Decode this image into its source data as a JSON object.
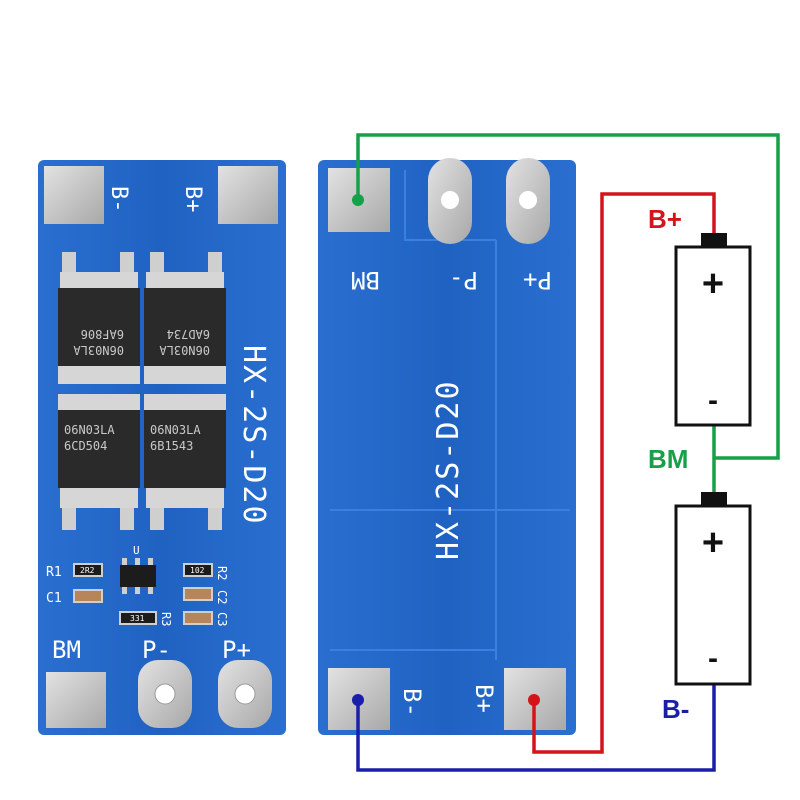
{
  "left_board": {
    "pad_labels": {
      "b_minus": "B-",
      "b_plus": "B+",
      "bm": "BM",
      "p_minus": "P-",
      "p_plus": "P+"
    },
    "model": "HX-2S-D20",
    "mosfets": [
      {
        "line1": "06N03LA",
        "line2": "6AF806"
      },
      {
        "line1": "06N03LA",
        "line2": "6AD734"
      },
      {
        "line1": "06N03LA",
        "line2": "6CD504"
      },
      {
        "line1": "06N03LA",
        "line2": "6B1543"
      }
    ],
    "components": {
      "r1": "R1",
      "c1": "C1",
      "r2": "R2",
      "c2": "C2",
      "c3": "C3",
      "r3": "R3",
      "u": "U",
      "r1_code": "2R2",
      "r2_code": "102",
      "r3_code": "331"
    }
  },
  "right_board": {
    "pad_labels": {
      "bm": "BM",
      "p_minus": "P-",
      "p_plus": "P+",
      "b_minus": "B-",
      "b_plus": "B+"
    },
    "model": "HX-2S-D20"
  },
  "wiring": {
    "labels": {
      "b_plus": "B+",
      "bm": "BM",
      "b_minus": "B-"
    },
    "colors": {
      "b_plus": "#d4141b",
      "bm": "#17a04a",
      "b_minus": "#1a1fa8"
    }
  },
  "batteries": [
    {
      "plus": "+",
      "minus": "-"
    },
    {
      "plus": "+",
      "minus": "-"
    }
  ],
  "colors": {
    "pcb_blue": "#1e63c4",
    "pad_silver": "#c8c8c8",
    "chip_black": "#2a2a2a"
  }
}
